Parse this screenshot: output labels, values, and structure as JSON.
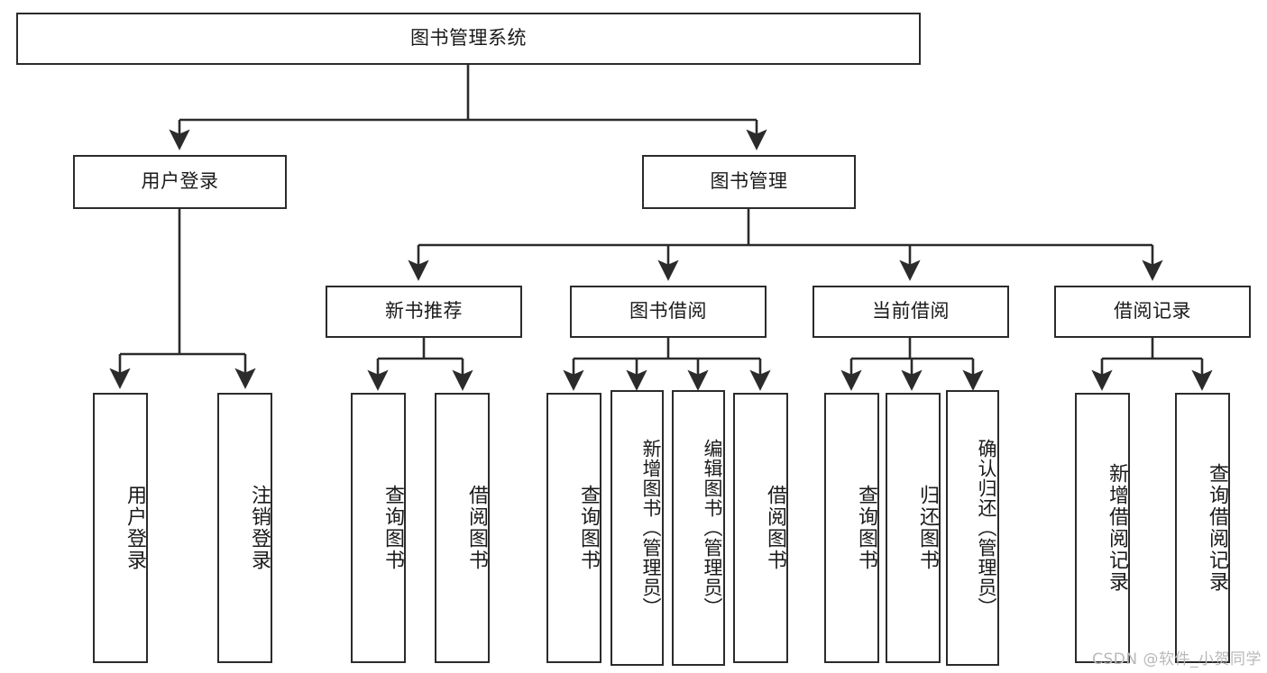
{
  "diagram": {
    "title": "图书管理系统",
    "type": "tree",
    "watermark": "CSDN @软件_小贺同学",
    "line_color": "#2b2b2b",
    "box_fill": "#ffffff",
    "text_color": "#1a1a1a",
    "watermark_color": "#b9b9b9"
  },
  "nodes": {
    "root": {
      "label": "图书管理系统"
    },
    "level2": [
      {
        "label": "用户登录"
      },
      {
        "label": "图书管理"
      }
    ],
    "level3": [
      {
        "label": "新书推荐"
      },
      {
        "label": "图书借阅"
      },
      {
        "label": "当前借阅"
      },
      {
        "label": "借阅记录"
      }
    ],
    "leaves": {
      "user_login": [
        {
          "label": "用户登录"
        },
        {
          "label": "注销登录"
        }
      ],
      "new_book_recommend": [
        {
          "label": "查询图书"
        },
        {
          "label": "借阅图书"
        }
      ],
      "book_borrow": [
        {
          "label": "查询图书"
        },
        {
          "label": "新增图书（管理员）"
        },
        {
          "label": "编辑图书（管理员）"
        },
        {
          "label": "借阅图书"
        }
      ],
      "current_borrow": [
        {
          "label": "查询图书"
        },
        {
          "label": "归还图书"
        },
        {
          "label": "确认归还（管理员）"
        }
      ],
      "borrow_record": [
        {
          "label": "新增借阅记录"
        },
        {
          "label": "查询借阅记录"
        }
      ]
    }
  },
  "chart_data": {
    "type": "tree",
    "title": "图书管理系统",
    "root": "图书管理系统",
    "edges": [
      [
        "图书管理系统",
        "用户登录"
      ],
      [
        "图书管理系统",
        "图书管理"
      ],
      [
        "用户登录",
        "用户登录"
      ],
      [
        "用户登录",
        "注销登录"
      ],
      [
        "图书管理",
        "新书推荐"
      ],
      [
        "图书管理",
        "图书借阅"
      ],
      [
        "图书管理",
        "当前借阅"
      ],
      [
        "图书管理",
        "借阅记录"
      ],
      [
        "新书推荐",
        "查询图书"
      ],
      [
        "新书推荐",
        "借阅图书"
      ],
      [
        "图书借阅",
        "查询图书"
      ],
      [
        "图书借阅",
        "新增图书（管理员）"
      ],
      [
        "图书借阅",
        "编辑图书（管理员）"
      ],
      [
        "图书借阅",
        "借阅图书"
      ],
      [
        "当前借阅",
        "查询图书"
      ],
      [
        "当前借阅",
        "归还图书"
      ],
      [
        "当前借阅",
        "确认归还（管理员）"
      ],
      [
        "借阅记录",
        "新增借阅记录"
      ],
      [
        "借阅记录",
        "查询借阅记录"
      ]
    ]
  }
}
